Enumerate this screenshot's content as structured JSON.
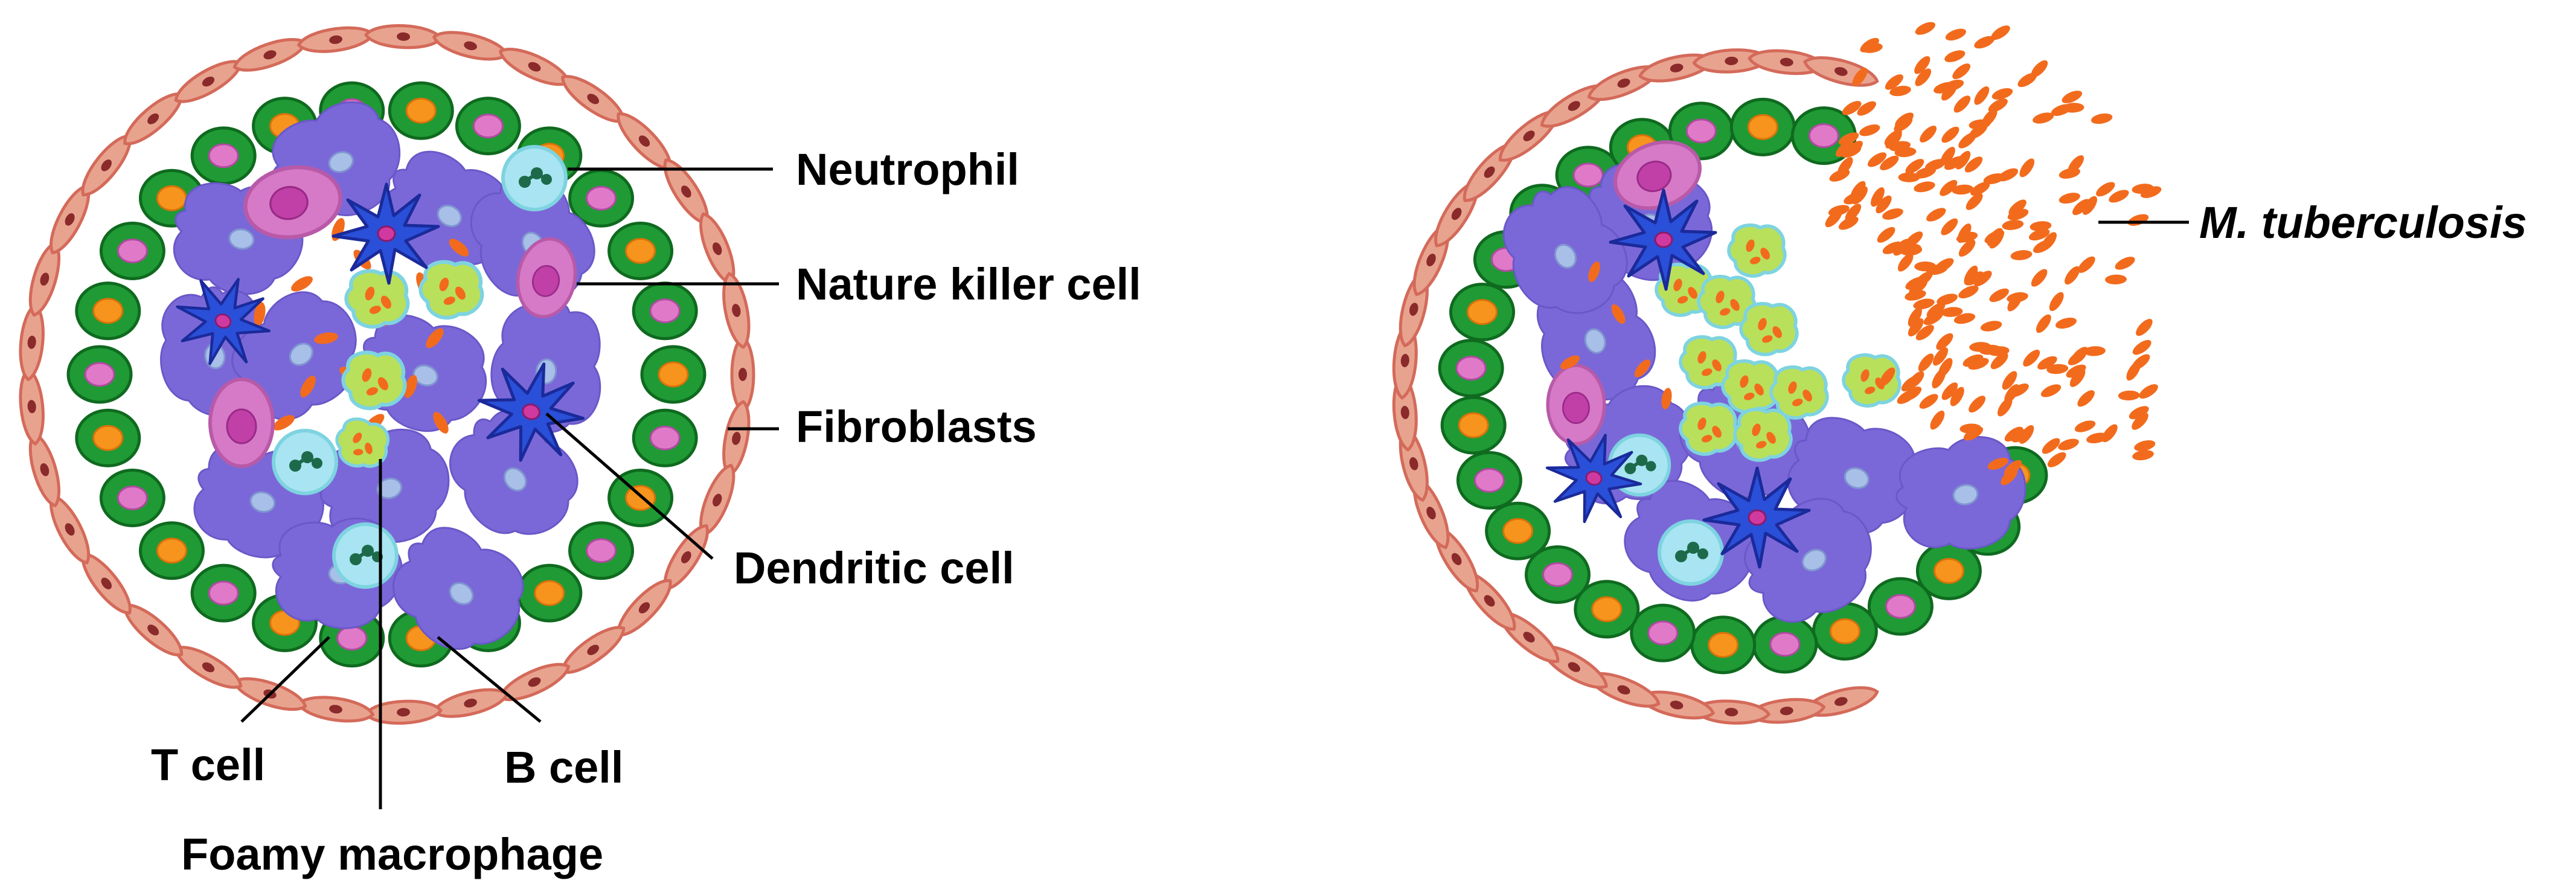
{
  "labels": {
    "neutrophil": "Neutrophil",
    "nk_cell": "Nature killer cell",
    "fibroblasts": "Fibroblasts",
    "dendritic_cell": "Dendritic cell",
    "t_cell": "T cell",
    "b_cell": "B cell",
    "foamy_macrophage": "Foamy macrophage",
    "mtb": "M. tuberculosis"
  },
  "colors": {
    "fibroblast_fill": "#e8a38f",
    "fibroblast_edge": "#d46a5a",
    "fibroblast_nucleus": "#8a2a2a",
    "lymphocyte_ring": "#1f9a35",
    "lymphocyte_ring_edge": "#0f6a1f",
    "t_cell_nucleus": "#f7941d",
    "b_cell_nucleus": "#e07ac8",
    "macrophage": "#7b68d8",
    "macrophage_nucleus": "#a8bfe8",
    "neutrophil_fill": "#a8e4f2",
    "neutrophil_nucleus": "#1d6a4a",
    "nk_fill": "#d67ac8",
    "nk_nucleus": "#c040a8",
    "dendritic": "#2a4fd8",
    "dendritic_nucleus": "#d03aa0",
    "foamy_fill": "#b9e05a",
    "foamy_edge": "#7ed3e0",
    "bacteria": "#f26b1d",
    "leader_line": "#000000"
  },
  "icons": [
    "fibroblast-cell",
    "t-cell",
    "b-cell",
    "macrophage",
    "neutrophil",
    "nk-cell",
    "dendritic-cell",
    "foamy-macrophage",
    "bacterium"
  ]
}
